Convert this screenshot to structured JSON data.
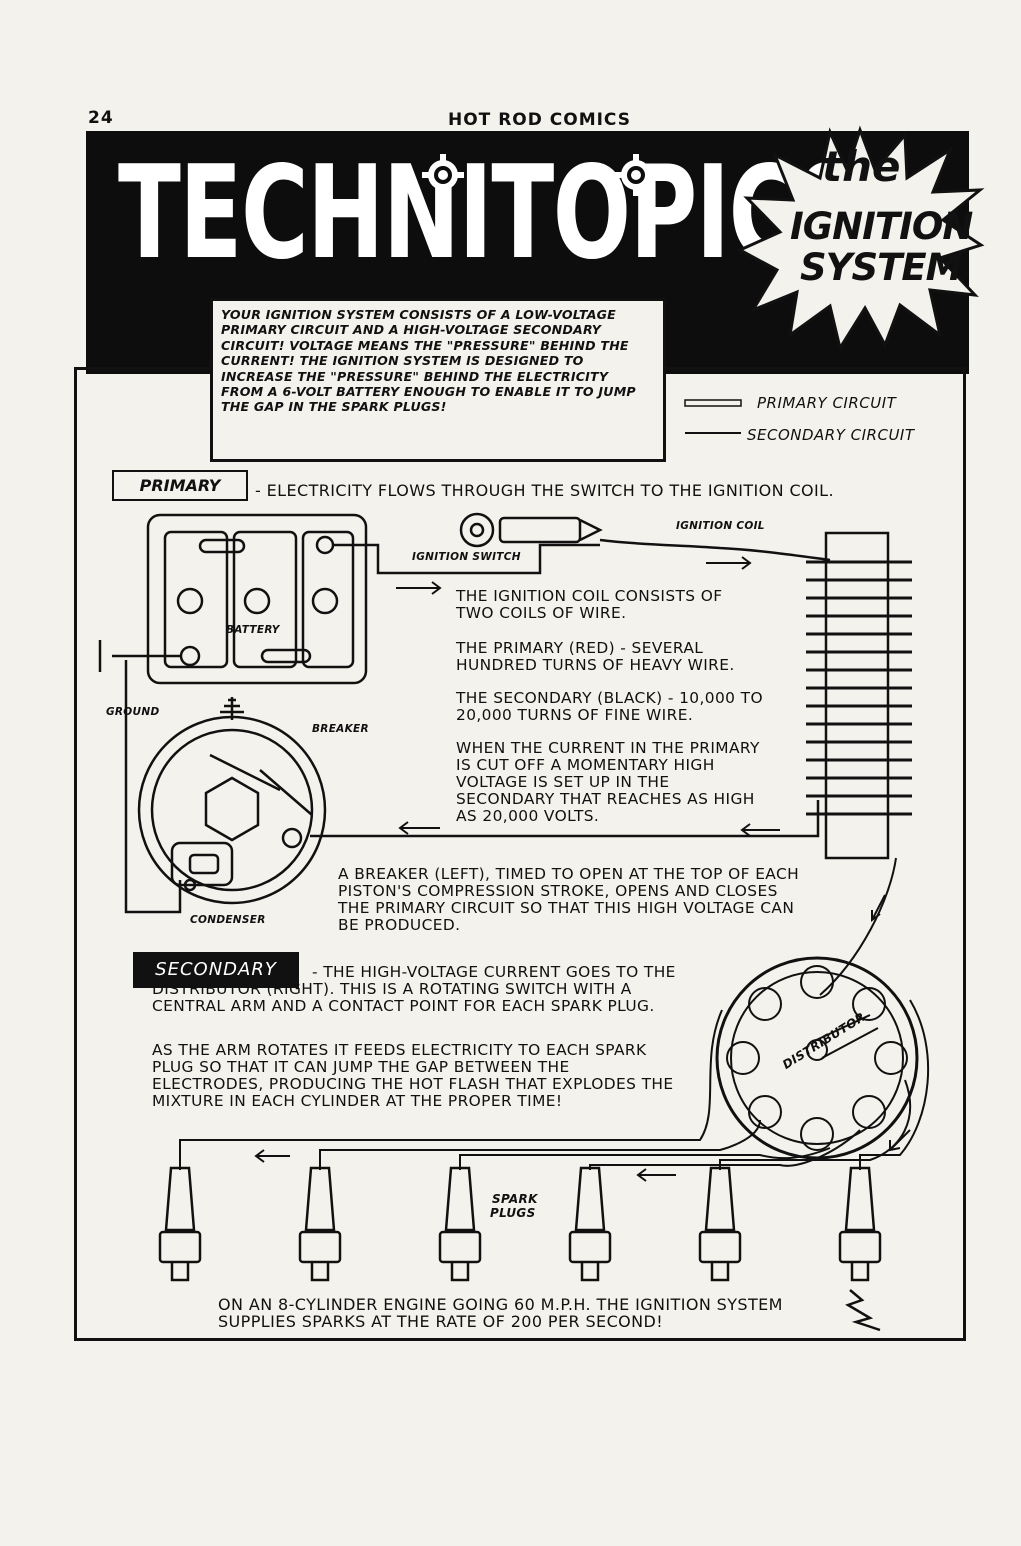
{
  "page_number": "24",
  "magazine_title": "HOT ROD COMICS",
  "banner": {
    "title": "TECHNITOPICS",
    "burst_the": "the",
    "burst_line1": "IGNITION",
    "burst_line2": "SYSTEM"
  },
  "intro_text": "Your ignition system consists of a low-voltage primary circuit and a high-voltage secondary circuit! Voltage means the \"pressure\" behind the current! The ignition system is designed to increase the \"pressure\" behind the electricity from a 6-volt battery enough to enable it to jump the gap in the spark plugs!",
  "legend": {
    "primary": "PRIMARY CIRCUIT",
    "secondary": "SECONDARY CIRCUIT"
  },
  "primary": {
    "label": "PRIMARY",
    "lead": "- Electricity flows through the switch to the ignition coil."
  },
  "diagram_labels": {
    "ignition_coil": "IGNITION COIL",
    "ignition_switch": "IGNITION SWITCH",
    "battery": "BATTERY",
    "ground": "GROUND",
    "breaker": "BREAKER",
    "condenser": "CONDENSER",
    "distributor": "DISTRIBUTOR",
    "spark_plugs_1": "SPARK",
    "spark_plugs_2": "PLUGS"
  },
  "coil_text": {
    "p1": "The ignition coil consists of two coils of wire.",
    "p2": "The primary (red) - several hundred turns of heavy wire.",
    "p3": "The secondary (black) - 10,000 to 20,000 turns of fine wire.",
    "p4": "When the current in the primary is cut off a momentary high voltage is set up in the secondary that reaches as high as 20,000 volts."
  },
  "breaker_text": "A breaker (left), timed to open at the top of each piston's compression stroke, opens and closes the primary circuit so that this high voltage can be produced.",
  "secondary": {
    "label": "SECONDARY",
    "lead": "- The high-voltage current goes to the distributor (right). This is a rotating switch with a central arm and a contact point for each spark plug.",
    "para": "As the arm rotates it feeds electricity to each spark plug so that it can jump the gap between the electrodes, producing the hot flash that explodes the mixture in each cylinder at the proper time!"
  },
  "footer_text": "On an 8-cylinder engine going 60 M.P.H. the ignition system supplies sparks at the rate of 200 per second!"
}
